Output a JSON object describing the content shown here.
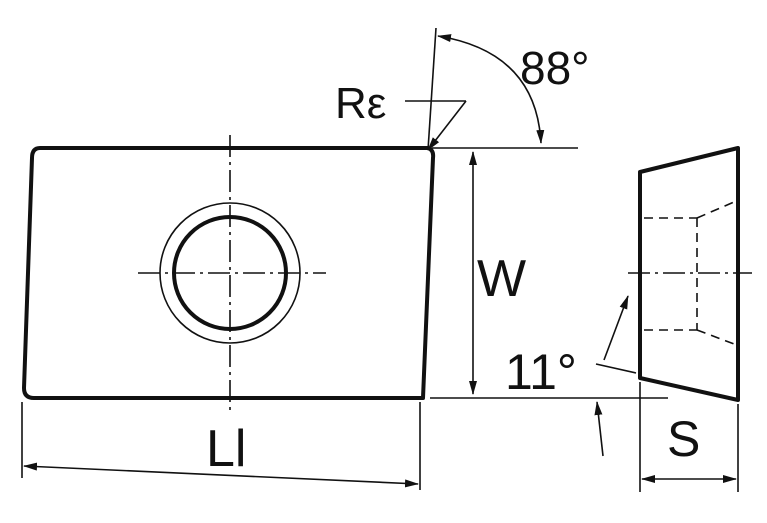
{
  "labels": {
    "corner_radius": "Rε",
    "clearance_corner_angle": "88°",
    "width": "W",
    "length": "Ll",
    "clearance_angle": "11°",
    "thickness": "S"
  }
}
